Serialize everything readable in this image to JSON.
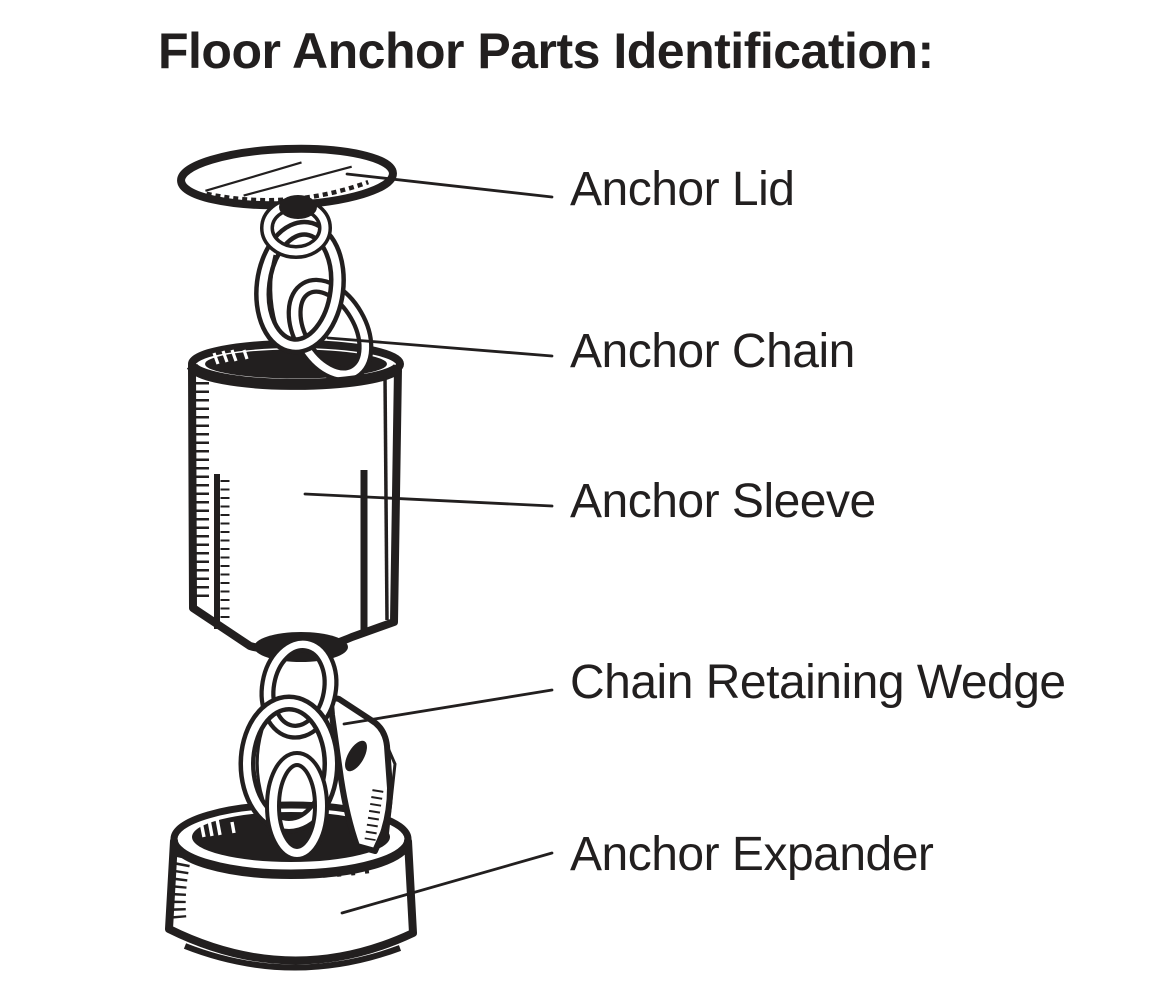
{
  "title": "Floor Anchor Parts Identification:",
  "colors": {
    "ink": "#221f1f",
    "background": "#ffffff"
  },
  "labels": [
    {
      "id": "anchor-lid",
      "text": "Anchor Lid"
    },
    {
      "id": "anchor-chain",
      "text": "Anchor Chain"
    },
    {
      "id": "anchor-sleeve",
      "text": "Anchor Sleeve"
    },
    {
      "id": "chain-retaining-wedge",
      "text": "Chain Retaining Wedge"
    },
    {
      "id": "anchor-expander",
      "text": "Anchor Expander"
    }
  ]
}
